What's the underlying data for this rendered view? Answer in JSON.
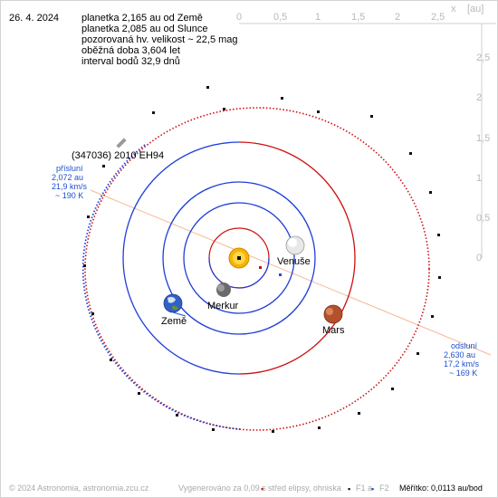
{
  "header": {
    "date": "26. 4. 2024",
    "info_lines": [
      "planetka 2,165 au od Země",
      "planetka 2,085 au od Slunce",
      "pozorovaná hv. velikost ~ 22,5 mag",
      "oběžná doba 3,604 let",
      "interval bodů 32,9 dnů"
    ]
  },
  "axes": {
    "x_label": "x",
    "unit_label": "[au]",
    "x_ticks": [
      "0",
      "0,5",
      "1",
      "1,5",
      "2",
      "2,5"
    ],
    "y_ticks": [
      "2,5",
      "2",
      "1,5",
      "1",
      "0,5",
      "0"
    ]
  },
  "asteroid": {
    "name": "(347036) 2010 EH94",
    "perihelion_label": "přísluní",
    "perihelion_distance": "2,072 au",
    "perihelion_speed": "21,9 km/s",
    "perihelion_temp": "~ 190 K",
    "aphelion_label": "odsluní",
    "aphelion_distance": "2,630 au",
    "aphelion_speed": "17,2 km/s",
    "aphelion_temp": "~ 169 K"
  },
  "planets": {
    "venus": "Venuše",
    "mercury": "Merkur",
    "earth": "Země",
    "mars": "Mars"
  },
  "colors": {
    "orbit_blue": "#1f3fd8",
    "orbit_red": "#cc1010",
    "apsis_line": "#f4b89a",
    "label_blue": "#1e4fd0",
    "footer_grey": "#a9a9a9"
  },
  "footer": {
    "copyright": "© 2024 Astronomia, astronomia.zcu.cz",
    "generated": "Vygenerováno za 0,09 s",
    "legend_center": "střed elipsy, ohniska",
    "f1": "F1 a",
    "f2": "F2",
    "scale": "Měřítko: 0,0113 au/bod"
  }
}
